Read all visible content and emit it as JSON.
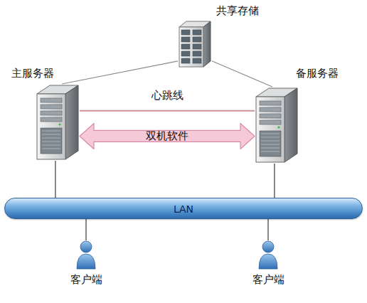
{
  "diagram": {
    "nodes": [
      {
        "text": [
          "共享存储"
        ]
      },
      {
        "text": [
          "主服务器"
        ]
      },
      {
        "text": [
          "备服务器"
        ]
      },
      {
        "text": [
          "LAN"
        ]
      },
      {
        "text": [
          "客户端"
        ]
      },
      {
        "text": [
          "客户端"
        ]
      }
    ],
    "edges": [
      {
        "from": 0,
        "to": 1,
        "arrow": "none"
      },
      {
        "from": 0,
        "to": 2,
        "arrow": "none"
      },
      {
        "from": 1,
        "to": 2,
        "label": "心跳线",
        "arrow": "none"
      },
      {
        "from": 1,
        "to": 2,
        "label": "双机软件",
        "arrow": "both"
      },
      {
        "from": 1,
        "to": 3,
        "arrow": "none"
      },
      {
        "from": 2,
        "to": 3,
        "arrow": "none"
      },
      {
        "from": 4,
        "to": 3,
        "arrow": "none"
      },
      {
        "from": 5,
        "to": 3,
        "arrow": "none"
      }
    ]
  }
}
